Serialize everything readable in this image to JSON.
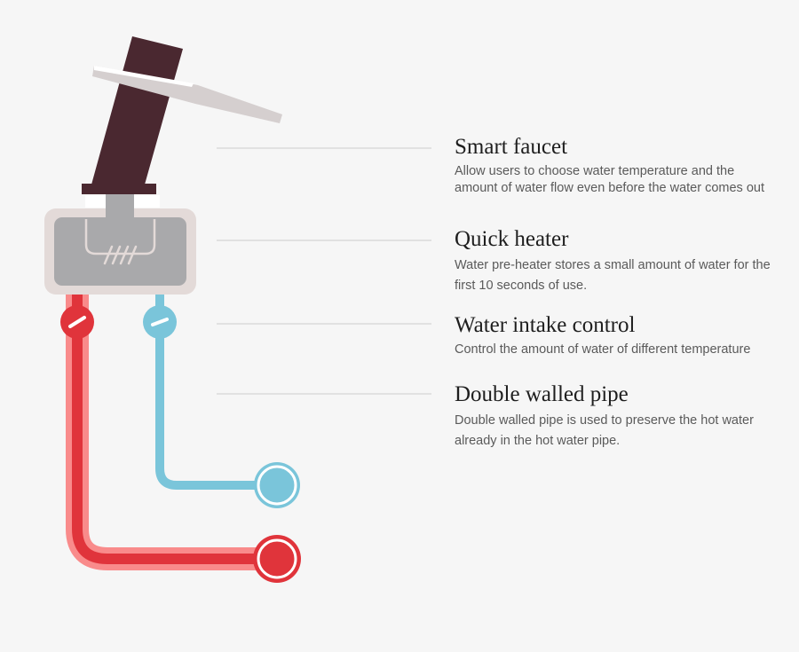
{
  "callouts": [
    {
      "title": "Smart faucet",
      "description": "Allow users to choose water temperature and the amount of water flow even before the water comes out"
    },
    {
      "title": "Quick heater",
      "description": "Water pre-heater stores a small amount of water for the first 10 seconds of use."
    },
    {
      "title": "Water intake control",
      "description": "Control the amount of water of different temperature"
    },
    {
      "title": "Double walled pipe",
      "description": "Double walled pipe is used to preserve the hot water already in the hot water pipe."
    }
  ],
  "colors": {
    "background": "#f6f6f6",
    "faucet_body": "#4a2830",
    "faucet_handle": "#d5cfcf",
    "heater_frame": "#e3dad8",
    "heater_body": "#a9a9ab",
    "hot_pipe_outer": "#f98b8b",
    "hot_pipe_inner": "#e0343b",
    "cold_pipe": "#7ac5da",
    "leader_line": "#cccccc"
  }
}
